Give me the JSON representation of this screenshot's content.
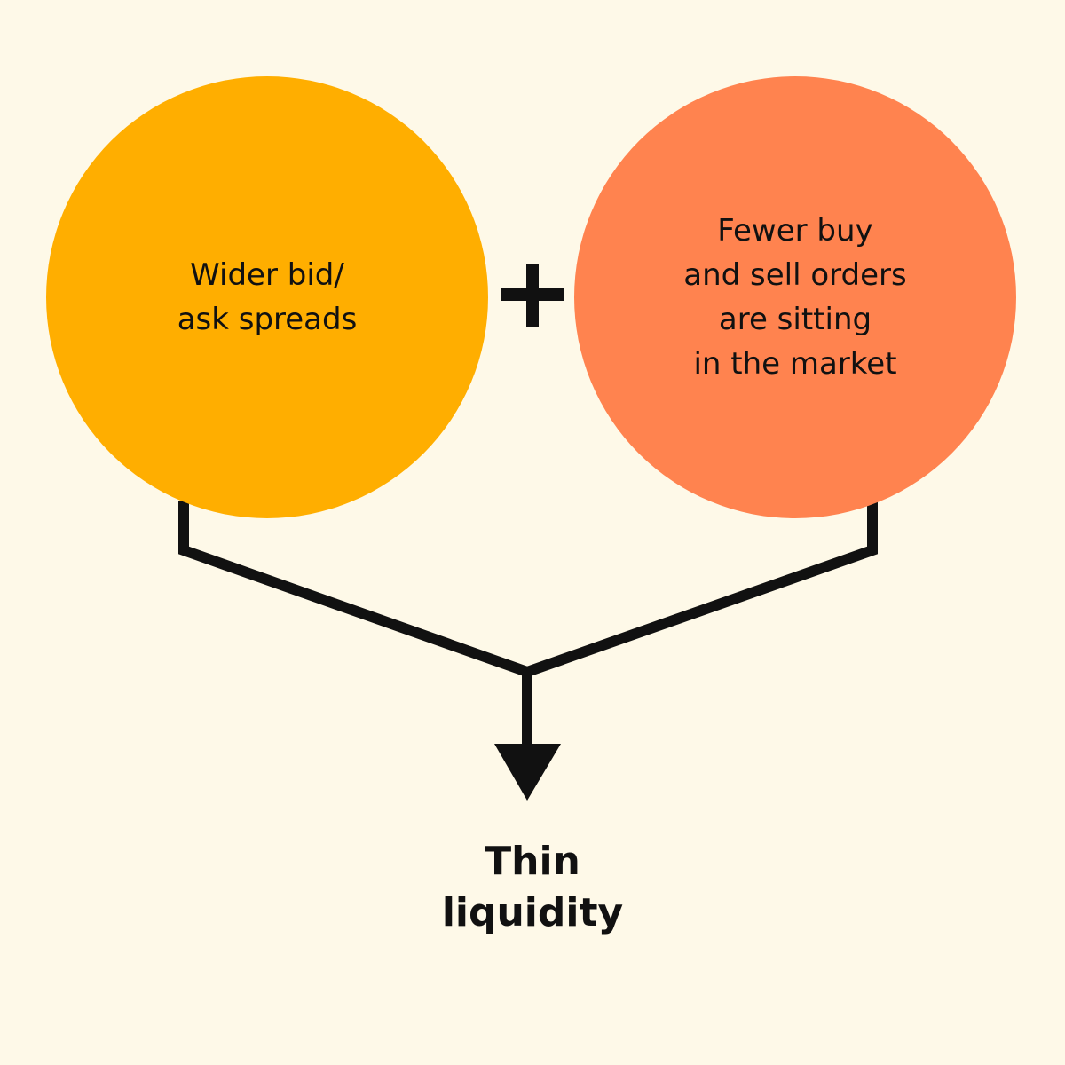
{
  "colors": {
    "background": "#FEF9E8",
    "left_circle": "#FFAE00",
    "right_circle": "#FF834F",
    "ink": "#111111"
  },
  "left_circle": {
    "lines": [
      "Wider bid/",
      "ask spreads"
    ]
  },
  "operator_icon": "plus-icon",
  "right_circle": {
    "lines": [
      "Fewer buy",
      "and sell orders",
      "are sitting",
      "in the market"
    ]
  },
  "arrow_icon": "arrow-down-icon",
  "result": {
    "lines": [
      "Thin",
      "liquidity"
    ]
  }
}
